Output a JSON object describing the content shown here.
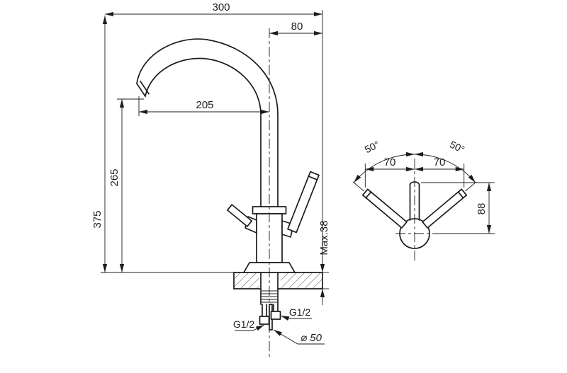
{
  "front": {
    "total_width": "300",
    "spout_to_handle": "80",
    "spout_reach": "205",
    "total_height": "375",
    "spout_height": "265",
    "max_deck_thickness": "Max.38",
    "thread_left": "G1/2",
    "thread_right": "G1/2",
    "base_diameter": "⌀ 50"
  },
  "plan": {
    "swing_angle_left": "50°",
    "swing_angle_right": "50°",
    "handle_span_left": "70",
    "handle_span_right": "70",
    "spout_projection": "88"
  },
  "colors": {
    "line": "#1c1c1c",
    "background": "#ffffff"
  }
}
